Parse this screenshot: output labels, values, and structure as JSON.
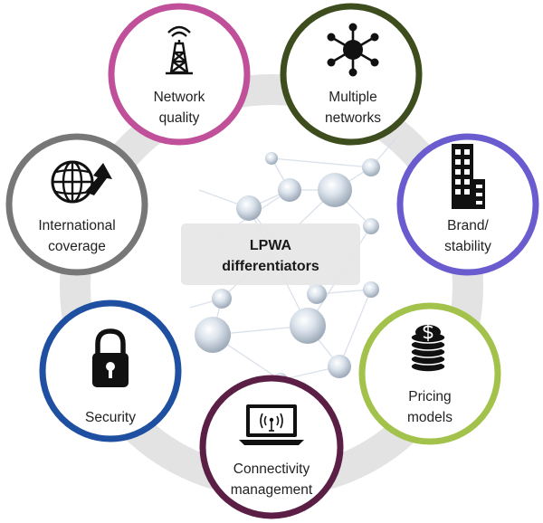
{
  "center": {
    "line1": "LPWA",
    "line2": "differentiators"
  },
  "nodes": {
    "network_quality": {
      "line1": "Network",
      "line2": "quality",
      "color": "#c0509a",
      "icon": "antenna-tower-icon"
    },
    "multiple_networks": {
      "line1": "Multiple",
      "line2": "networks",
      "color": "#3e4d1e",
      "icon": "network-hub-icon"
    },
    "brand_stability": {
      "line1": "Brand/",
      "line2": "stability",
      "color": "#6a5ccf",
      "icon": "building-icon"
    },
    "pricing_models": {
      "line1": "Pricing",
      "line2": "models",
      "color": "#a2c24c",
      "icon": "coin-stack-icon"
    },
    "connectivity_management": {
      "line1": "Connectivity",
      "line2": "management",
      "color": "#5b1f46",
      "icon": "laptop-signal-icon"
    },
    "security": {
      "line1": "Security",
      "color": "#1f4fa0",
      "icon": "padlock-icon"
    },
    "international_coverage": {
      "line1": "International",
      "line2": "coverage",
      "color": "#777777",
      "icon": "globe-arrow-icon"
    }
  }
}
